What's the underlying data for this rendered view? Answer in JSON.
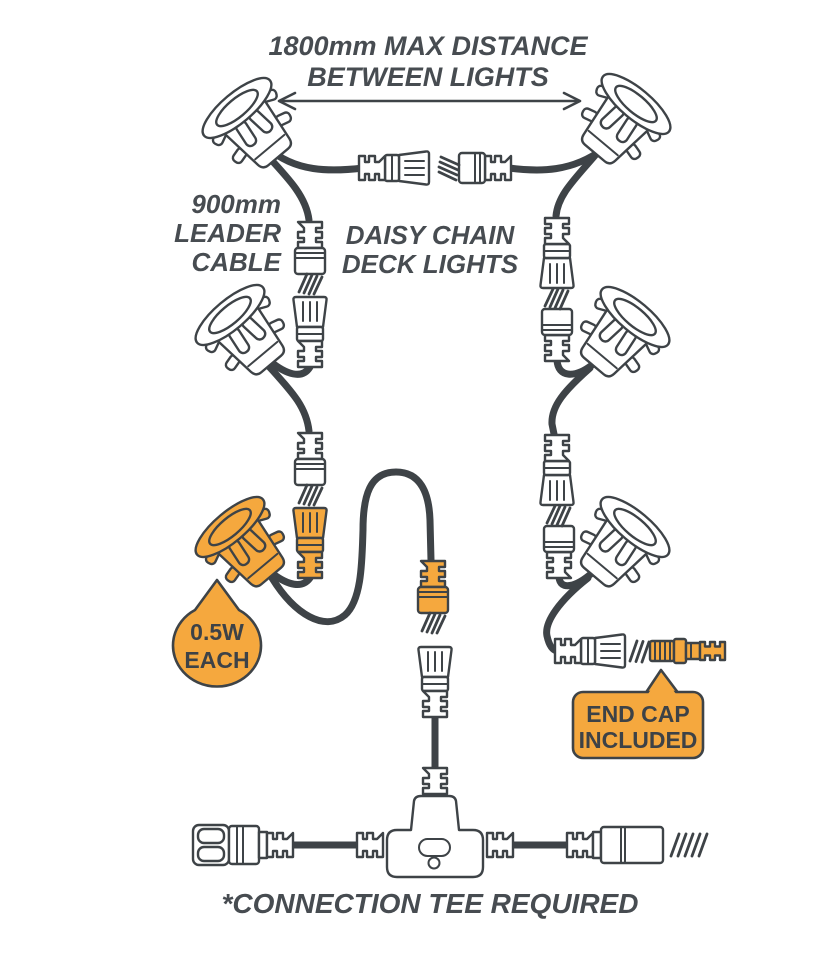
{
  "diagram": {
    "title": {
      "line1": "1800mm MAX DISTANCE",
      "line2": "BETWEEN LIGHTS"
    },
    "labels": {
      "leader_cable": {
        "line1": "900mm",
        "line2": "LEADER",
        "line3": "CABLE"
      },
      "daisy_chain": {
        "line1": "DAISY CHAIN",
        "line2": "DECK LIGHTS"
      },
      "footnote": "*CONNECTION TEE REQUIRED"
    },
    "callouts": {
      "wattage": {
        "line1": "0.5W",
        "line2": "EACH"
      },
      "end_cap": {
        "line1": "END CAP",
        "line2": "INCLUDED"
      }
    },
    "colors": {
      "outline": "#3e4347",
      "accent_orange": "#f5a83e",
      "text": "#474c51",
      "background": "#ffffff"
    },
    "components": {
      "deck_lights_total": 6,
      "highlighted_deck_lights": 1,
      "unplugged_connector_pairs": 5,
      "icons": [
        "deck-light-icon",
        "cable-connector-male-icon",
        "cable-connector-female-icon",
        "end-cap-icon",
        "connection-tee-icon",
        "distance-arrow-icon"
      ]
    }
  }
}
